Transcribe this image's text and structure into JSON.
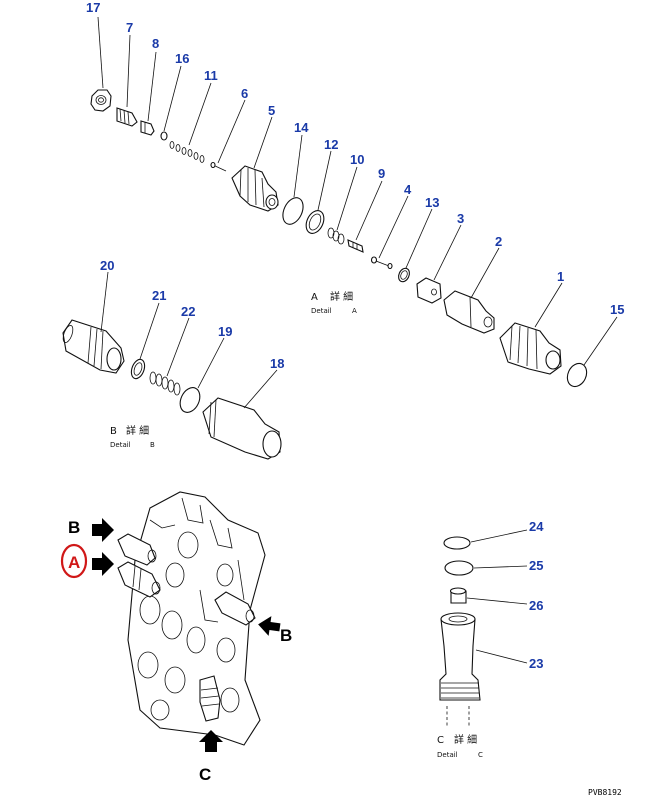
{
  "diagram": {
    "part_numbers": [
      "17",
      "7",
      "8",
      "16",
      "11",
      "6",
      "5",
      "14",
      "12",
      "10",
      "9",
      "4",
      "13",
      "3",
      "2",
      "1",
      "15",
      "20",
      "21",
      "22",
      "19",
      "18",
      "24",
      "25",
      "26",
      "23"
    ],
    "details": {
      "a": {
        "letter": "A",
        "jp": "詳 細",
        "en_word": "Detail",
        "en_letter": "A"
      },
      "b": {
        "letter": "B",
        "jp": "詳 細",
        "en_word": "Detail",
        "en_letter": "B"
      },
      "c": {
        "letter": "C",
        "jp": "詳 細",
        "en_word": "Detail",
        "en_letter": "C"
      }
    },
    "view_labels": {
      "b_top": "B",
      "a_circled": "A",
      "b_right": "B",
      "c_bottom": "C"
    },
    "doc_code": "PVB8192",
    "colors": {
      "part_number": "#1a3aa8",
      "highlight_circle": "#d01818",
      "ink": "#111111"
    }
  }
}
